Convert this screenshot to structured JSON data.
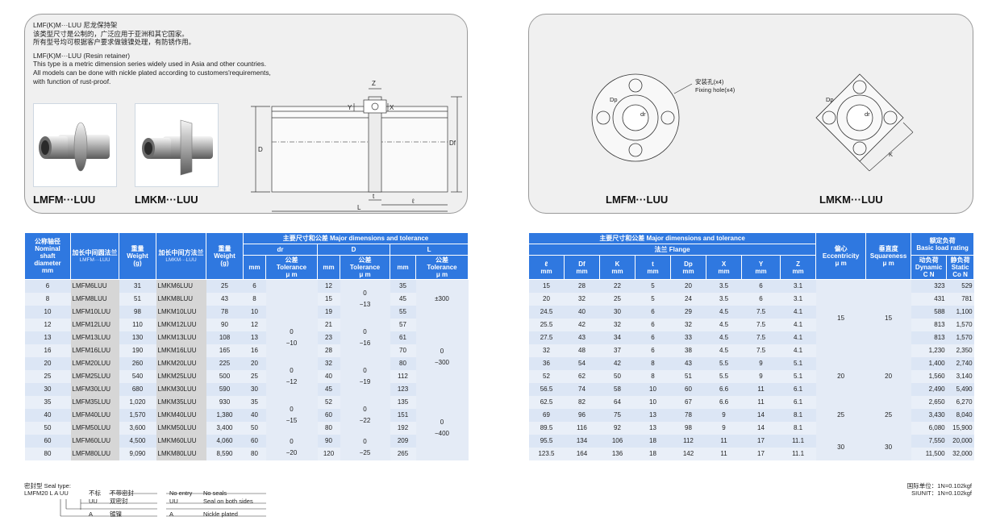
{
  "description": {
    "cn_title": "LMF(K)M···LUU 尼龙保持架",
    "cn_line1": "该类型尺寸是公制的，广泛应用于亚洲和其它国家。",
    "cn_line2": "所有型号均可根据客户要求做镀镍处理，有防锈作用。",
    "en_title": "LMF(K)M···LUU (Resin retainer)",
    "en_line1": "This type is a metric dimension series widely used in Asia and other countries.",
    "en_line2": "All models can be done with nickle plated according to customers'requirements,",
    "en_line3": "with function of rust-proof."
  },
  "products": {
    "lmfm": "LMFM···LUU",
    "lmkm": "LMKM···LUU"
  },
  "drawing_left": {
    "z": "Z",
    "y": "Y",
    "x": "X",
    "d": "D",
    "df": "Df",
    "t": "t",
    "l": "L",
    "ell": "ℓ"
  },
  "drawing_right": {
    "hole_cn": "安装孔(x4)",
    "hole_en": "Fixing hole(x4)",
    "dp": "Dp",
    "dr": "dr",
    "k": "K"
  },
  "left_table": {
    "headers": {
      "shaft": [
        "公称轴径",
        "Nominal",
        "shaft",
        "diameter",
        "mm"
      ],
      "round_cn": "加长中间圆法兰",
      "round_sub": "LMFM···LUU",
      "weight1": [
        "重量",
        "Weight",
        "(g)"
      ],
      "square_cn": "加长中间方法兰",
      "square_sub": "LMKM···LUU",
      "weight2": [
        "重量",
        "Weight",
        "(g)"
      ],
      "major": "主要尺寸和公差  Major dimensions and tolerance",
      "dr": "dr",
      "D": "D",
      "L": "L",
      "mm": "mm",
      "tol": [
        "公差",
        "Tolerance",
        "μ m"
      ]
    },
    "rows": [
      {
        "shaft": "6",
        "m1": "LMFM6LUU",
        "w1": "31",
        "m2": "LMKM6LUU",
        "w2": "25",
        "dr": "6",
        "D": "12",
        "L": "35"
      },
      {
        "shaft": "8",
        "m1": "LMFM8LUU",
        "w1": "51",
        "m2": "LMKM8LUU",
        "w2": "43",
        "dr": "8",
        "D": "15",
        "L": "45"
      },
      {
        "shaft": "10",
        "m1": "LMFM10LUU",
        "w1": "98",
        "m2": "LMKM10LUU",
        "w2": "78",
        "dr": "10",
        "D": "19",
        "L": "55"
      },
      {
        "shaft": "12",
        "m1": "LMFM12LUU",
        "w1": "110",
        "m2": "LMKM12LUU",
        "w2": "90",
        "dr": "12",
        "D": "21",
        "L": "57"
      },
      {
        "shaft": "13",
        "m1": "LMFM13LUU",
        "w1": "130",
        "m2": "LMKM13LUU",
        "w2": "108",
        "dr": "13",
        "D": "23",
        "L": "61"
      },
      {
        "shaft": "16",
        "m1": "LMFM16LUU",
        "w1": "190",
        "m2": "LMKM16LUU",
        "w2": "165",
        "dr": "16",
        "D": "28",
        "L": "70"
      },
      {
        "shaft": "20",
        "m1": "LMFM20LUU",
        "w1": "260",
        "m2": "LMKM20LUU",
        "w2": "225",
        "dr": "20",
        "D": "32",
        "L": "80"
      },
      {
        "shaft": "25",
        "m1": "LMFM25LUU",
        "w1": "540",
        "m2": "LMKM25LUU",
        "w2": "500",
        "dr": "25",
        "D": "40",
        "L": "112"
      },
      {
        "shaft": "30",
        "m1": "LMFM30LUU",
        "w1": "680",
        "m2": "LMKM30LUU",
        "w2": "590",
        "dr": "30",
        "D": "45",
        "L": "123"
      },
      {
        "shaft": "35",
        "m1": "LMFM35LUU",
        "w1": "1,020",
        "m2": "LMKM35LUU",
        "w2": "930",
        "dr": "35",
        "D": "52",
        "L": "135"
      },
      {
        "shaft": "40",
        "m1": "LMFM40LUU",
        "w1": "1,570",
        "m2": "LMKM40LUU",
        "w2": "1,380",
        "dr": "40",
        "D": "60",
        "L": "151"
      },
      {
        "shaft": "50",
        "m1": "LMFM50LUU",
        "w1": "3,600",
        "m2": "LMKM50LUU",
        "w2": "3,400",
        "dr": "50",
        "D": "80",
        "L": "192"
      },
      {
        "shaft": "60",
        "m1": "LMFM60LUU",
        "w1": "4,500",
        "m2": "LMKM60LUU",
        "w2": "4,060",
        "dr": "60",
        "D": "90",
        "L": "209"
      },
      {
        "shaft": "80",
        "m1": "LMFM80LUU",
        "w1": "9,090",
        "m2": "LMKM80LUU",
        "w2": "8,590",
        "dr": "80",
        "D": "120",
        "L": "265"
      }
    ],
    "tol_dr": {
      "g1": "0",
      "g1b": "−10",
      "g2": "0",
      "g2b": "−12",
      "g3": "0",
      "g3b": "−15",
      "g4": "0",
      "g4b": "−20"
    },
    "tol_D": {
      "g1": "0",
      "g1b": "−13",
      "g2": "0",
      "g2b": "−16",
      "g3": "0",
      "g3b": "−19",
      "g4": "0",
      "g4b": "−22",
      "g5": "0",
      "g5b": "−25"
    },
    "tol_L": {
      "g1": "±300",
      "g2": "0",
      "g2b": "−300",
      "g3": "0",
      "g3b": "−400"
    }
  },
  "right_table": {
    "headers": {
      "major": "主要尺寸和公差  Major dimensions and tolerance",
      "flange": "法兰  Flange",
      "ecc": [
        "偏心",
        "Eccentricity",
        "μ m"
      ],
      "sq": [
        "垂直度",
        "Squareness",
        "μ m"
      ],
      "load": [
        "额定负荷",
        "Basic load rating"
      ],
      "cols": [
        "ℓ",
        "Df",
        "K",
        "t",
        "Dp",
        "X",
        "Y",
        "Z"
      ],
      "mm": "mm",
      "dyn": [
        "动负荷",
        "Dynamic",
        "C N"
      ],
      "sta": [
        "静负荷",
        "Static",
        "Co N"
      ]
    },
    "rows": [
      {
        "l": "15",
        "df": "28",
        "k": "22",
        "t": "5",
        "dp": "20",
        "x": "3.5",
        "y": "6",
        "z": "3.1",
        "c": "323",
        "co": "529"
      },
      {
        "l": "20",
        "df": "32",
        "k": "25",
        "t": "5",
        "dp": "24",
        "x": "3.5",
        "y": "6",
        "z": "3.1",
        "c": "431",
        "co": "781"
      },
      {
        "l": "24.5",
        "df": "40",
        "k": "30",
        "t": "6",
        "dp": "29",
        "x": "4.5",
        "y": "7.5",
        "z": "4.1",
        "c": "588",
        "co": "1,100"
      },
      {
        "l": "25.5",
        "df": "42",
        "k": "32",
        "t": "6",
        "dp": "32",
        "x": "4.5",
        "y": "7.5",
        "z": "4.1",
        "c": "813",
        "co": "1,570"
      },
      {
        "l": "27.5",
        "df": "43",
        "k": "34",
        "t": "6",
        "dp": "33",
        "x": "4.5",
        "y": "7.5",
        "z": "4.1",
        "c": "813",
        "co": "1,570"
      },
      {
        "l": "32",
        "df": "48",
        "k": "37",
        "t": "6",
        "dp": "38",
        "x": "4.5",
        "y": "7.5",
        "z": "4.1",
        "c": "1,230",
        "co": "2,350"
      },
      {
        "l": "36",
        "df": "54",
        "k": "42",
        "t": "8",
        "dp": "43",
        "x": "5.5",
        "y": "9",
        "z": "5.1",
        "c": "1,400",
        "co": "2,740"
      },
      {
        "l": "52",
        "df": "62",
        "k": "50",
        "t": "8",
        "dp": "51",
        "x": "5.5",
        "y": "9",
        "z": "5.1",
        "c": "1,560",
        "co": "3,140"
      },
      {
        "l": "56.5",
        "df": "74",
        "k": "58",
        "t": "10",
        "dp": "60",
        "x": "6.6",
        "y": "11",
        "z": "6.1",
        "c": "2,490",
        "co": "5,490"
      },
      {
        "l": "62.5",
        "df": "82",
        "k": "64",
        "t": "10",
        "dp": "67",
        "x": "6.6",
        "y": "11",
        "z": "6.1",
        "c": "2,650",
        "co": "6,270"
      },
      {
        "l": "69",
        "df": "96",
        "k": "75",
        "t": "13",
        "dp": "78",
        "x": "9",
        "y": "14",
        "z": "8.1",
        "c": "3,430",
        "co": "8,040"
      },
      {
        "l": "89.5",
        "df": "116",
        "k": "92",
        "t": "13",
        "dp": "98",
        "x": "9",
        "y": "14",
        "z": "8.1",
        "c": "6,080",
        "co": "15,900"
      },
      {
        "l": "95.5",
        "df": "134",
        "k": "106",
        "t": "18",
        "dp": "112",
        "x": "11",
        "y": "17",
        "z": "11.1",
        "c": "7,550",
        "co": "20,000"
      },
      {
        "l": "123.5",
        "df": "164",
        "k": "136",
        "t": "18",
        "dp": "142",
        "x": "11",
        "y": "17",
        "z": "11.1",
        "c": "11,500",
        "co": "32,000"
      }
    ],
    "ecc_groups": [
      "15",
      "20",
      "25",
      "30"
    ],
    "sq_groups": [
      "15",
      "20",
      "25",
      "30"
    ]
  },
  "seal_legend": {
    "title": "密封型 Seal type:",
    "code": "LMFM20 L A UU",
    "r1c1": "不标",
    "r1c2": "不带密封",
    "r1c3": "No entry",
    "r1c4": "No seals",
    "r2c1": "UU",
    "r2c2": "双密封",
    "r2c3": "UU",
    "r2c4": "Seal on both sides",
    "r3c1": "A",
    "r3c2": "镀镍",
    "r3c3": "A",
    "r3c4": "Nickle plated"
  },
  "units": {
    "line1": "国际单位：1N=0.102kgf",
    "line2": "SIUNIT：1N=0.102kgf"
  }
}
